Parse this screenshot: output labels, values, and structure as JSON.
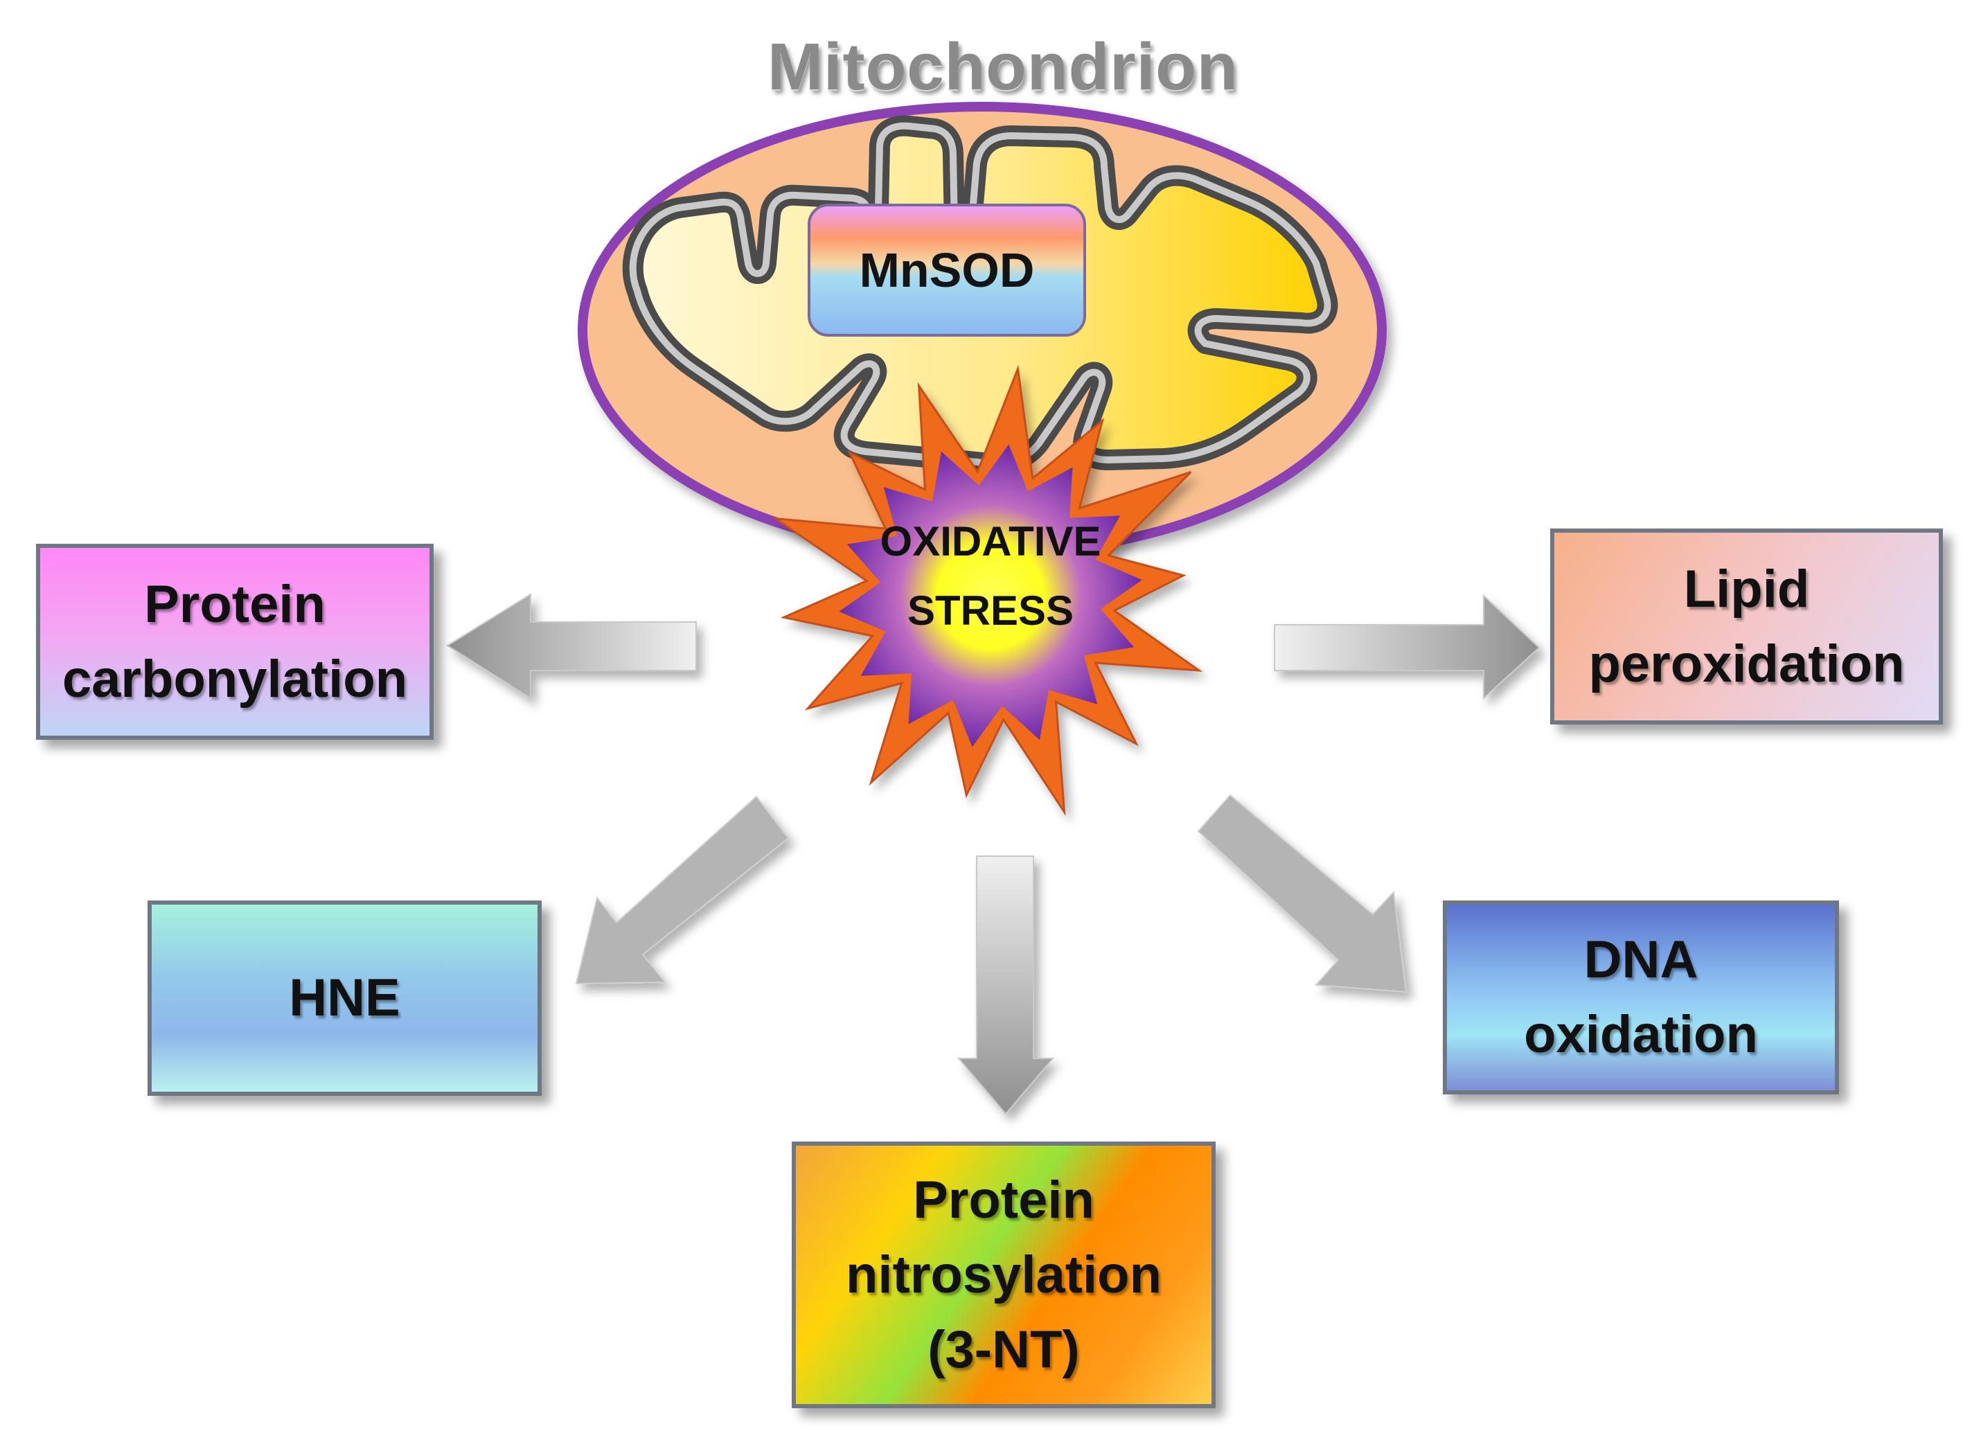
{
  "mitochondrion": {
    "label": "Mitochondrion",
    "enzyme_label": "MnSOD"
  },
  "center": {
    "line1": "OXIDATIVE",
    "line2": "STRESS"
  },
  "outcomes": {
    "protein_carbonylation": {
      "line1": "Protein",
      "line2": "carbonylation"
    },
    "lipid_peroxidation": {
      "line1": "Lipid",
      "line2": "peroxidation"
    },
    "hne": {
      "line1": "HNE"
    },
    "dna_oxidation": {
      "line1": "DNA",
      "line2": "oxidation"
    },
    "protein_nitrosylation": {
      "line1": "Protein",
      "line2": "nitrosylation",
      "line3": "(3-NT)"
    }
  },
  "colors": {
    "membrane_outer": "#8b3fb4",
    "matrix": "#f9bf8e",
    "cristae": "#ffe25a",
    "arrow": "#a9a9a9",
    "star_spike": "#f06a1c",
    "star_core": "#ffff33"
  }
}
